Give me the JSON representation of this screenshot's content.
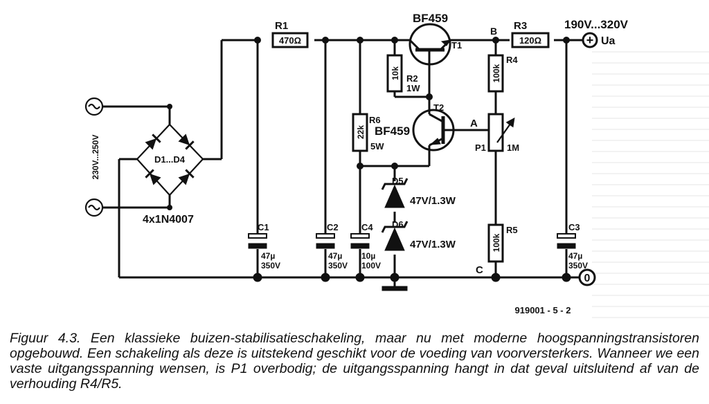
{
  "labels": {
    "r1": "R1",
    "r1_val": "470Ω",
    "r2": "R2",
    "r2_val": "10k",
    "r2_pow": "1W",
    "r3": "R3",
    "r3_val": "120Ω",
    "r4": "R4",
    "r4_val": "100k",
    "r5": "R5",
    "r5_val": "100k",
    "r6": "R6",
    "r6_val": "22k",
    "r6_pow": "5W",
    "p1": "P1",
    "p1_val": "1M",
    "t1": "T1",
    "t1_type": "BF459",
    "t2": "T2",
    "t2_type": "BF459",
    "d5": "D5",
    "d5_val": "47V/1.3W",
    "d6": "D6",
    "d6_val": "47V/1.3W",
    "c1": "C1",
    "c1_cap": "47µ",
    "c1_v": "350V",
    "c2": "C2",
    "c2_cap": "47µ",
    "c2_v": "350V",
    "c3": "C3",
    "c3_cap": "47µ",
    "c3_v": "350V",
    "c4": "C4",
    "c4_cap": "10µ",
    "c4_v": "100V",
    "bridge": "D1...D4",
    "bridge_type": "4x1N4007",
    "ac_input": "230V...250V",
    "output_range": "190V...320V",
    "output_name": "Ua",
    "node_a": "A",
    "node_b": "B",
    "node_c": "C",
    "ground_symbol": "0",
    "output_plus": "+",
    "figure_code": "919001 - 5 - 2"
  },
  "caption": "Figuur 4.3. Een klassieke buizen-stabilisatieschakeling, maar nu met moderne hoogspanningstransistoren opgebouwd. Een schakeling als deze is uitstekend geschikt voor de voeding van voorversterkers. Wanneer we een vaste uitgangsspanning wensen, is P1 overbodig; de uitgangsspanning hangt in dat geval uitsluitend af van de verhouding R4/R5."
}
